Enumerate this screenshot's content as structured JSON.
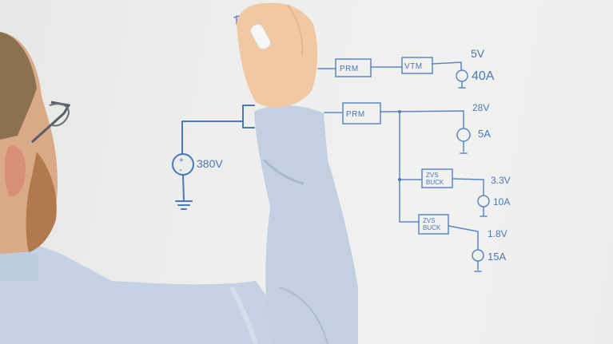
{
  "scene": {
    "description": "Person in light blue shirt drawing a power distribution circuit diagram on a whiteboard",
    "ink_color": "#4a77b8",
    "board_color": "#eeefed",
    "shirt_color": "#c3d0e2"
  },
  "diagram": {
    "source": {
      "label": "380V",
      "symbol": "voltage-source"
    },
    "blocks": [
      {
        "id": "prm1",
        "label": "PRM"
      },
      {
        "id": "vtm",
        "label": "VTM"
      },
      {
        "id": "prm2",
        "label": "PRM"
      },
      {
        "id": "buck1",
        "label_line1": "ZVS",
        "label_line2": "BUCK"
      },
      {
        "id": "buck2",
        "label_line1": "ZVS",
        "label_line2": "BUCK"
      }
    ],
    "outputs": [
      {
        "voltage": "5V",
        "current": "40A"
      },
      {
        "voltage": "28V",
        "current": "5A"
      },
      {
        "voltage": "3.3V",
        "current": "10A"
      },
      {
        "voltage": "1.8V",
        "current": "15A"
      }
    ]
  }
}
